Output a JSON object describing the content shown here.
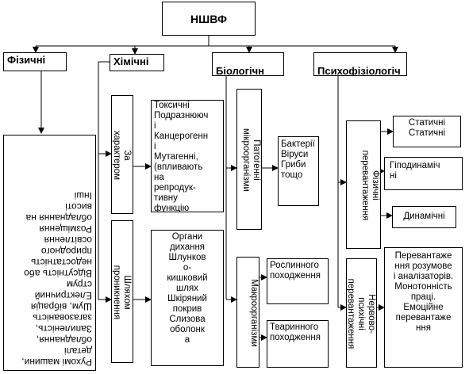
{
  "title": "НШВФ",
  "categories": {
    "physical": "Фізичні",
    "chemical": "Хімічні",
    "biological": "Біологічн\nі",
    "psycho": "Психофізіологіч\nні"
  },
  "physical_factors": "Рухомі машини,\nдеталі\nобладнання,\nЗапиленість,\nзагазованість\nШум, вібрація\nЕлектричний\nструм\nВідсутність або\nнедостатність\nприродного\nосвітлення\nРозміщення\nобладнання на\nвисоті\nІнші",
  "chemical_character": "За\nхарактером\nдії",
  "chemical_character_items": "Токсичні\nПодразнююч\nі\nКанцерогенн\nі\nМутагенні,\n(впливають\nна\nрепродук-\nтивну\nфункцію\nлюдини)",
  "chemical_path": "Шляхом\nпроникнення",
  "chemical_path_items": "Органи\nдихання\nШлунков\nо-\nкишковий\nшлях\nШкіряний\nпокрив\nСлизова\nоболонк\nа",
  "bio_micro": "Патогенні\nмікроорганізми",
  "bio_micro_items": "Бактерії\nВіруси\nГриби\nтощо",
  "bio_macro": "Макроорганізми",
  "bio_plant": "Рослинного\nпоходження",
  "bio_animal": "Тваринного\nпоходження",
  "psycho_physical": "Фізичні\nперевантаження",
  "psycho_static": "Статичні\nСтатичні",
  "psycho_hypo": "Гіподинаміч\nні",
  "psycho_dynamic": "Динамічні",
  "psycho_neuro": "Нервово-\nпсихічні\nперевантаження",
  "psycho_neuro_items": "Перевантаже\nння розумове\nі аналізаторів.\nМонотонність\nпраці.\nЕмоційне\nперевантаже\nння"
}
